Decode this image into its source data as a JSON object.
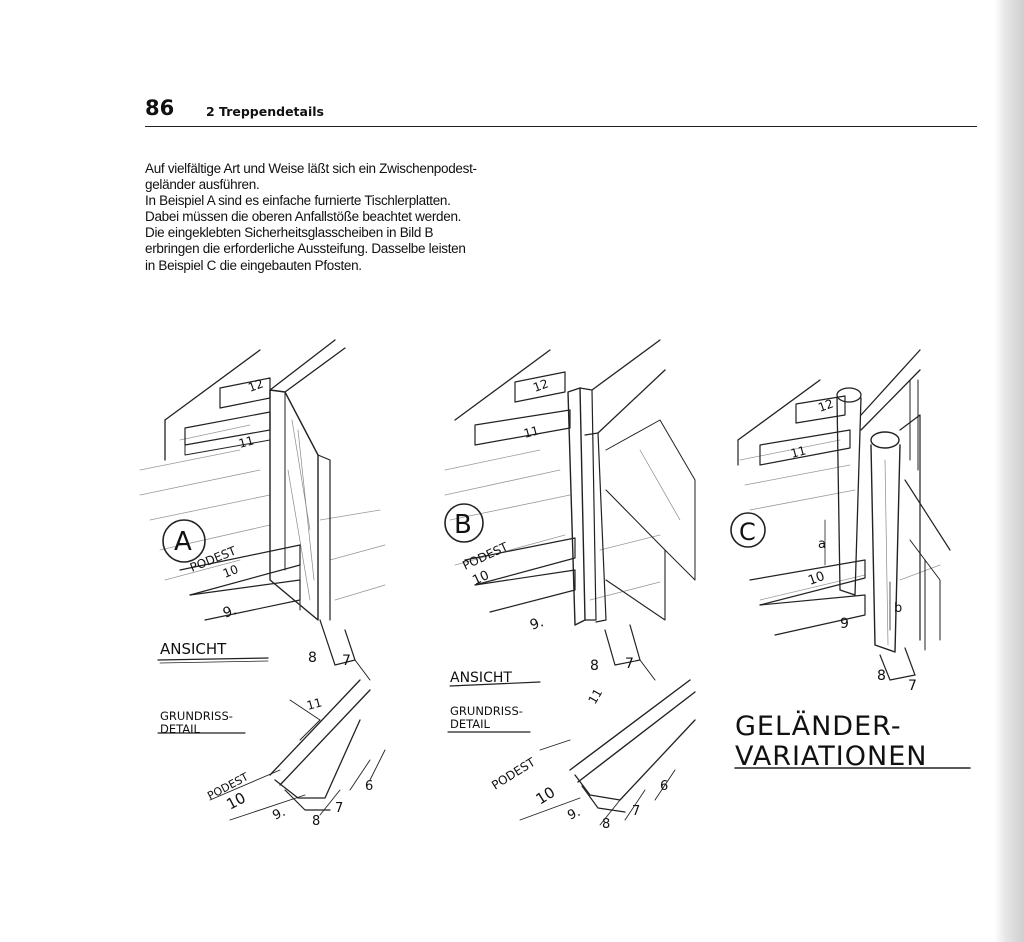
{
  "header": {
    "page_number": "86",
    "chapter_title": "2 Treppendetails"
  },
  "body_text": [
    "Auf vielfältige Art und Weise läßt sich ein Zwischenpodest-",
    "geländer ausführen.",
    "In Beispiel A sind es einfache furnierte Tischlerplatten.",
    "Dabei müssen die oberen Anfallstöße beachtet werden.",
    "Die eingeklebten Sicherheitsglasscheiben in Bild B",
    "erbringen die erforderliche Aussteifung. Dasselbe leisten",
    "in Beispiel C die eingebauten Pfosten."
  ],
  "sketch_a": {
    "letter": "A",
    "podest": "PODEST",
    "n10": "10",
    "n9": "9.",
    "n8": "8",
    "n7": "7",
    "n11": "11",
    "n12": "12",
    "ansicht": "ANSICHT",
    "grundriss_1": "GRUNDRISS-",
    "grundriss_2": "DETAIL",
    "plan_11": "11",
    "plan_podest": "PODEST",
    "plan_10": "10",
    "plan_9": "9.",
    "plan_8": "8",
    "plan_7": "7",
    "plan_6": "6"
  },
  "sketch_b": {
    "letter": "B",
    "podest": "PODEST",
    "n10": "10",
    "n9": "9.",
    "n8": "8",
    "n7": "7",
    "n11": "11",
    "n12": "12",
    "ansicht": "ANSICHT",
    "grundriss_1": "GRUNDRISS-",
    "grundriss_2": "DETAIL",
    "plan_11": "11",
    "plan_podest": "PODEST",
    "plan_10": "10",
    "plan_9": "9.",
    "plan_8": "8",
    "plan_7": "7",
    "plan_6": "6"
  },
  "sketch_c": {
    "letter": "C",
    "dim_a": "a",
    "dim_b": "b",
    "n10": "10",
    "n9": "9",
    "n8": "8",
    "n7": "7",
    "n11": "11",
    "n12": "12",
    "caption_1": "GELÄNDER-",
    "caption_2": "VARIATIONEN"
  }
}
